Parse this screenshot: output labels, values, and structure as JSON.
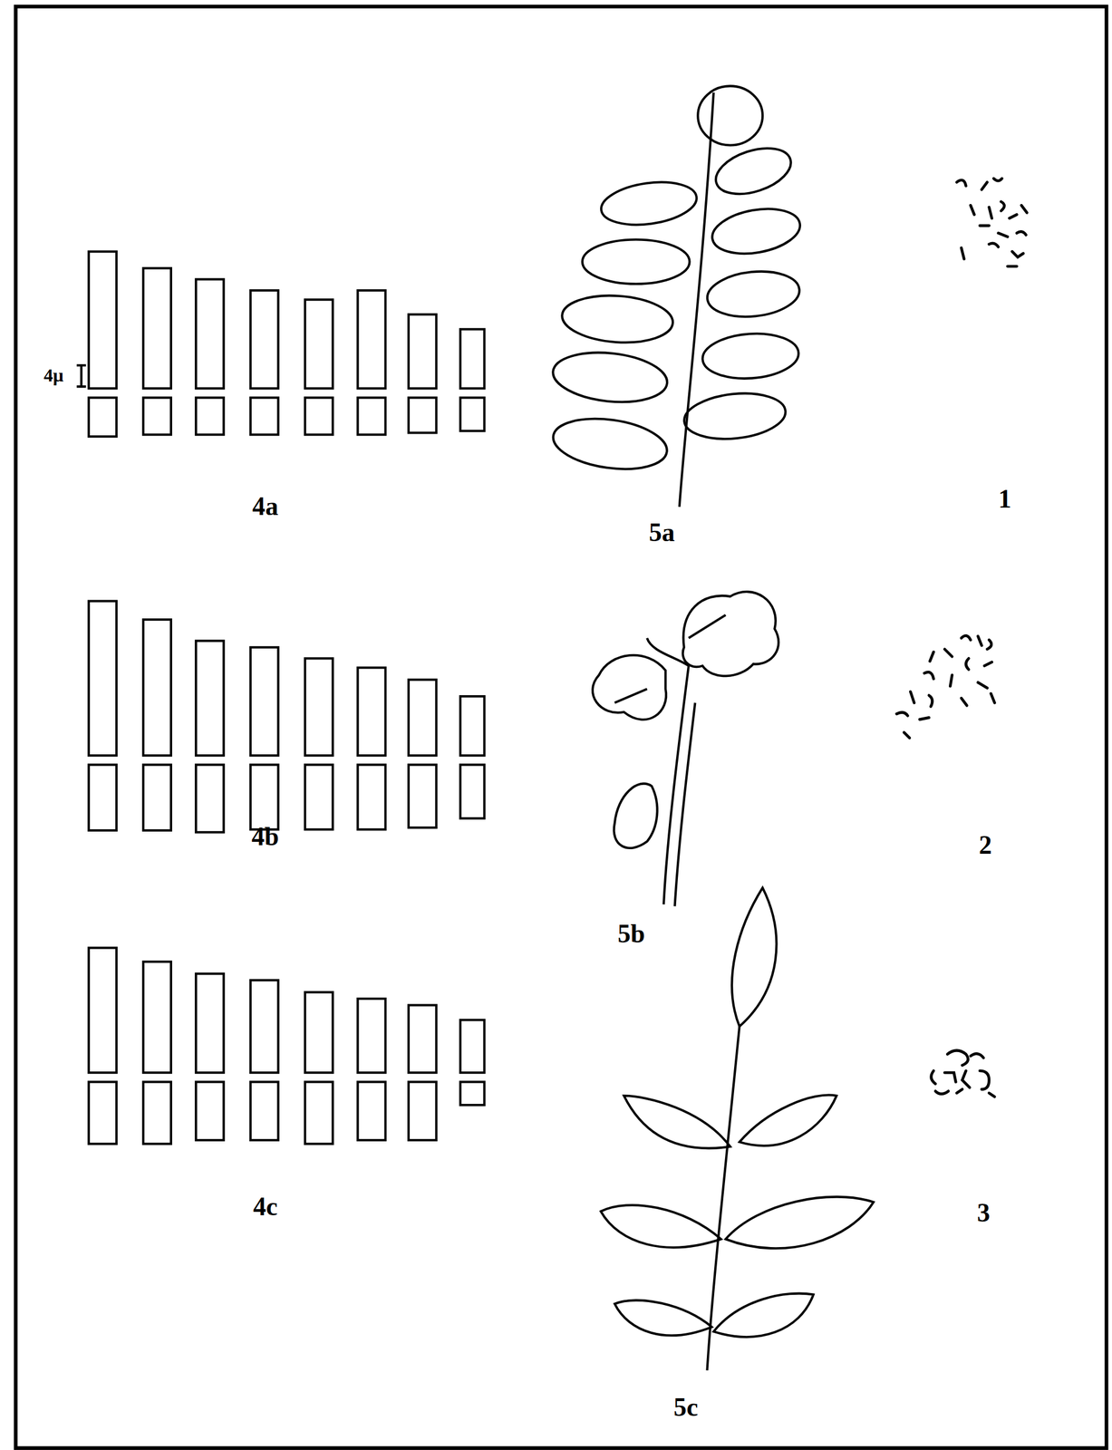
{
  "diagram": {
    "labels": [
      "4μ",
      "4a",
      "5a",
      "1",
      "4b",
      "5b",
      "2",
      "4c",
      "5c",
      "3"
    ]
  }
}
